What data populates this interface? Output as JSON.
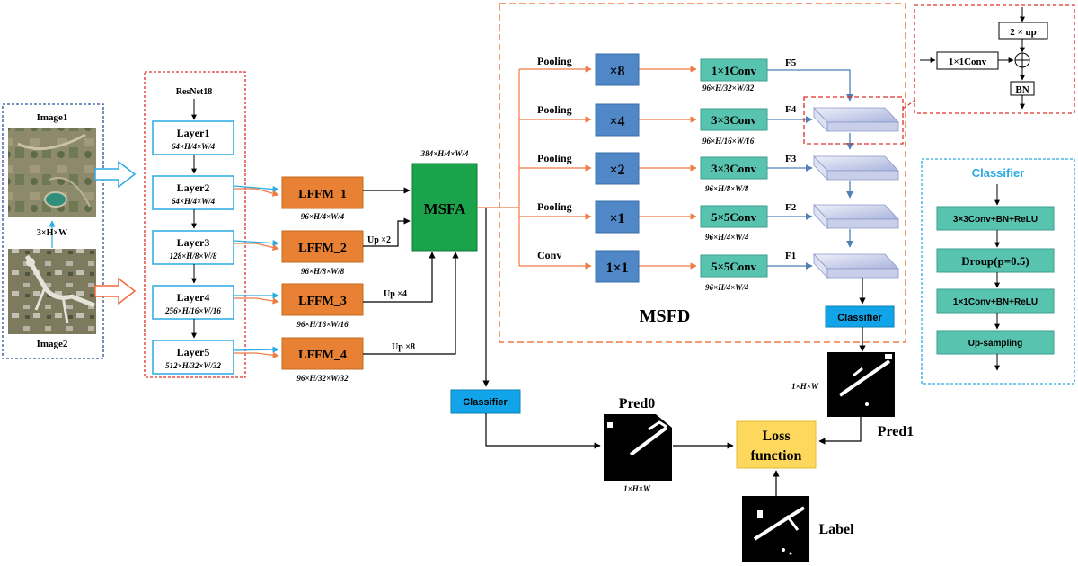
{
  "colors": {
    "blue_outline": "#29abe2",
    "orange": "#e98135",
    "orange_line": "#ef7b45",
    "green": "#1aa34a",
    "steel_blue": "#4f87c7",
    "teal": "#58c4b0",
    "red_dash": "#e0302b",
    "cyan_dash": "#29abe2",
    "navy_dash": "#2f4f9f",
    "yellow": "#fdd85d",
    "classifier_blue": "#12a4e8"
  },
  "inputs": {
    "image1": "Image1",
    "image2": "Image2",
    "size": "3×H×W"
  },
  "encoder": {
    "title": "ResNet18",
    "layers": [
      {
        "name": "Layer1",
        "dims": "64×H/4×W/4"
      },
      {
        "name": "Layer2",
        "dims": "64×H/4×W/4"
      },
      {
        "name": "Layer3",
        "dims": "128×H/8×W/8"
      },
      {
        "name": "Layer4",
        "dims": "256×H/16×W/16"
      },
      {
        "name": "Layer5",
        "dims": "512×H/32×W/32"
      }
    ]
  },
  "lffm": [
    {
      "name": "LFFM_1",
      "dims": "96×H/4×W/4",
      "up": ""
    },
    {
      "name": "LFFM_2",
      "dims": "96×H/8×W/8",
      "up": "Up ×2"
    },
    {
      "name": "LFFM_3",
      "dims": "96×H/16×W/16",
      "up": "Up ×4"
    },
    {
      "name": "LFFM_4",
      "dims": "96×H/32×W/32",
      "up": "Up ×8"
    }
  ],
  "msfa": {
    "label": "MSFA",
    "dims": "384×H/4×W/4"
  },
  "msfd": {
    "label": "MSFD",
    "branches": [
      {
        "op": "Pooling",
        "scale": "×8",
        "conv": "1×1Conv",
        "dims": "96×H/32×W/32",
        "feat": "F5"
      },
      {
        "op": "Pooling",
        "scale": "×4",
        "conv": "3×3Conv",
        "dims": "96×H/16×W/16",
        "feat": "F4"
      },
      {
        "op": "Pooling",
        "scale": "×2",
        "conv": "3×3Conv",
        "dims": "96×H/8×W/8",
        "feat": "F3"
      },
      {
        "op": "Pooling",
        "scale": "×1",
        "conv": "5×5Conv",
        "dims": "96×H/4×W/4",
        "feat": "F2"
      },
      {
        "op": "Conv",
        "scale": "1×1",
        "conv": "5×5Conv",
        "dims": "96×H/4×W/4",
        "feat": "F1"
      }
    ],
    "classifier": "Classifier"
  },
  "fusion_detail": {
    "up": "2 × up",
    "conv": "1×1Conv",
    "bn": "BN"
  },
  "classifier_panel": {
    "title": "Classifier",
    "steps": [
      "3×3Conv+BN+ReLU",
      "Droup(p=0.5)",
      "1×1Conv+BN+ReLU",
      "Up-sampling"
    ]
  },
  "outputs": {
    "classifier": "Classifier",
    "pred0": "Pred0",
    "pred1": "Pred1",
    "label": "Label",
    "size": "1×H×W",
    "loss": [
      "Loss",
      "function"
    ]
  }
}
